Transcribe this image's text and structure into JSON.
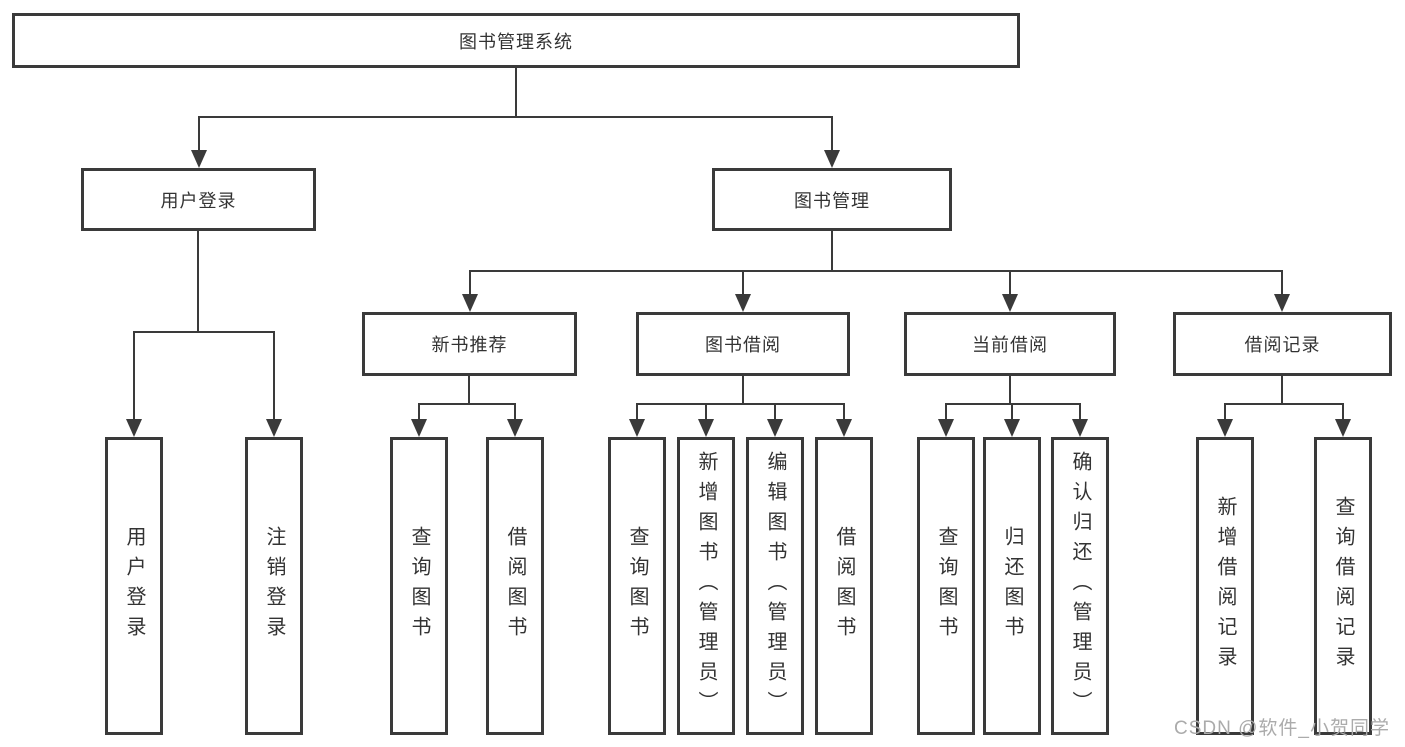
{
  "nodes": {
    "root": {
      "label": "图书管理系统"
    },
    "user_login": {
      "label": "用户登录"
    },
    "book_mgmt": {
      "label": "图书管理"
    },
    "new_books": {
      "label": "新书推荐"
    },
    "book_borrow": {
      "label": "图书借阅"
    },
    "current_borrow": {
      "label": "当前借阅"
    },
    "borrow_records": {
      "label": "借阅记录"
    },
    "ul_login": {
      "label": "用户登录"
    },
    "ul_logout": {
      "label": "注销登录"
    },
    "nb_query": {
      "label": "查询图书"
    },
    "nb_borrow": {
      "label": "借阅图书"
    },
    "bb_query": {
      "label": "查询图书"
    },
    "bb_add": {
      "label": "新增图书（管理员）"
    },
    "bb_edit": {
      "label": "编辑图书（管理员）"
    },
    "bb_borrow": {
      "label": "借阅图书"
    },
    "cb_query": {
      "label": "查询图书"
    },
    "cb_return": {
      "label": "归还图书"
    },
    "cb_confirm": {
      "label": "确认归还（管理员）"
    },
    "br_add": {
      "label": "新增借阅记录"
    },
    "br_query": {
      "label": "查询借阅记录"
    }
  },
  "watermark": "CSDN @软件_小贺同学",
  "colors": {
    "line": "#3a3a3a",
    "text": "#333333",
    "bg": "#ffffff",
    "watermark": "#ababab"
  }
}
